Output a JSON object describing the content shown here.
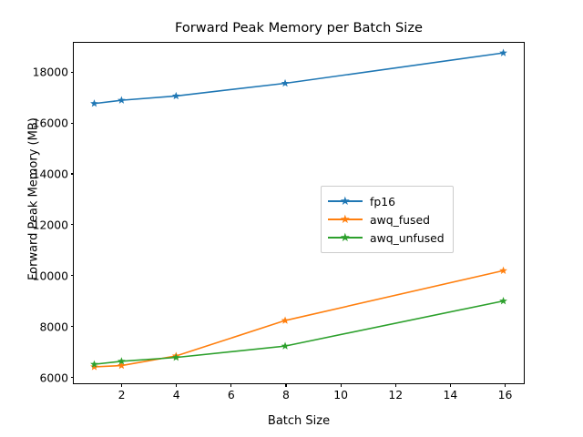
{
  "chart_data": {
    "type": "line",
    "title": "Forward Peak Memory per Batch Size",
    "xlabel": "Batch Size",
    "ylabel": "Forward Peak Memory (MB)",
    "x": [
      1,
      2,
      4,
      8,
      16
    ],
    "xlim": [
      0.25,
      16.75
    ],
    "ylim": [
      5700,
      19150
    ],
    "xticks": [
      2,
      4,
      6,
      8,
      10,
      12,
      14,
      16
    ],
    "yticks": [
      6000,
      8000,
      10000,
      12000,
      14000,
      16000,
      18000
    ],
    "grid": false,
    "legend_position": "center right",
    "marker": "star",
    "series": [
      {
        "name": "fp16",
        "color": "#1f77b4",
        "values": [
          16750,
          16880,
          17050,
          17550,
          18750
        ]
      },
      {
        "name": "awq_fused",
        "color": "#ff7f0e",
        "values": [
          6350,
          6400,
          6780,
          8180,
          10150
        ]
      },
      {
        "name": "awq_unfused",
        "color": "#2ca02c",
        "values": [
          6450,
          6570,
          6720,
          7170,
          8950
        ]
      }
    ]
  }
}
